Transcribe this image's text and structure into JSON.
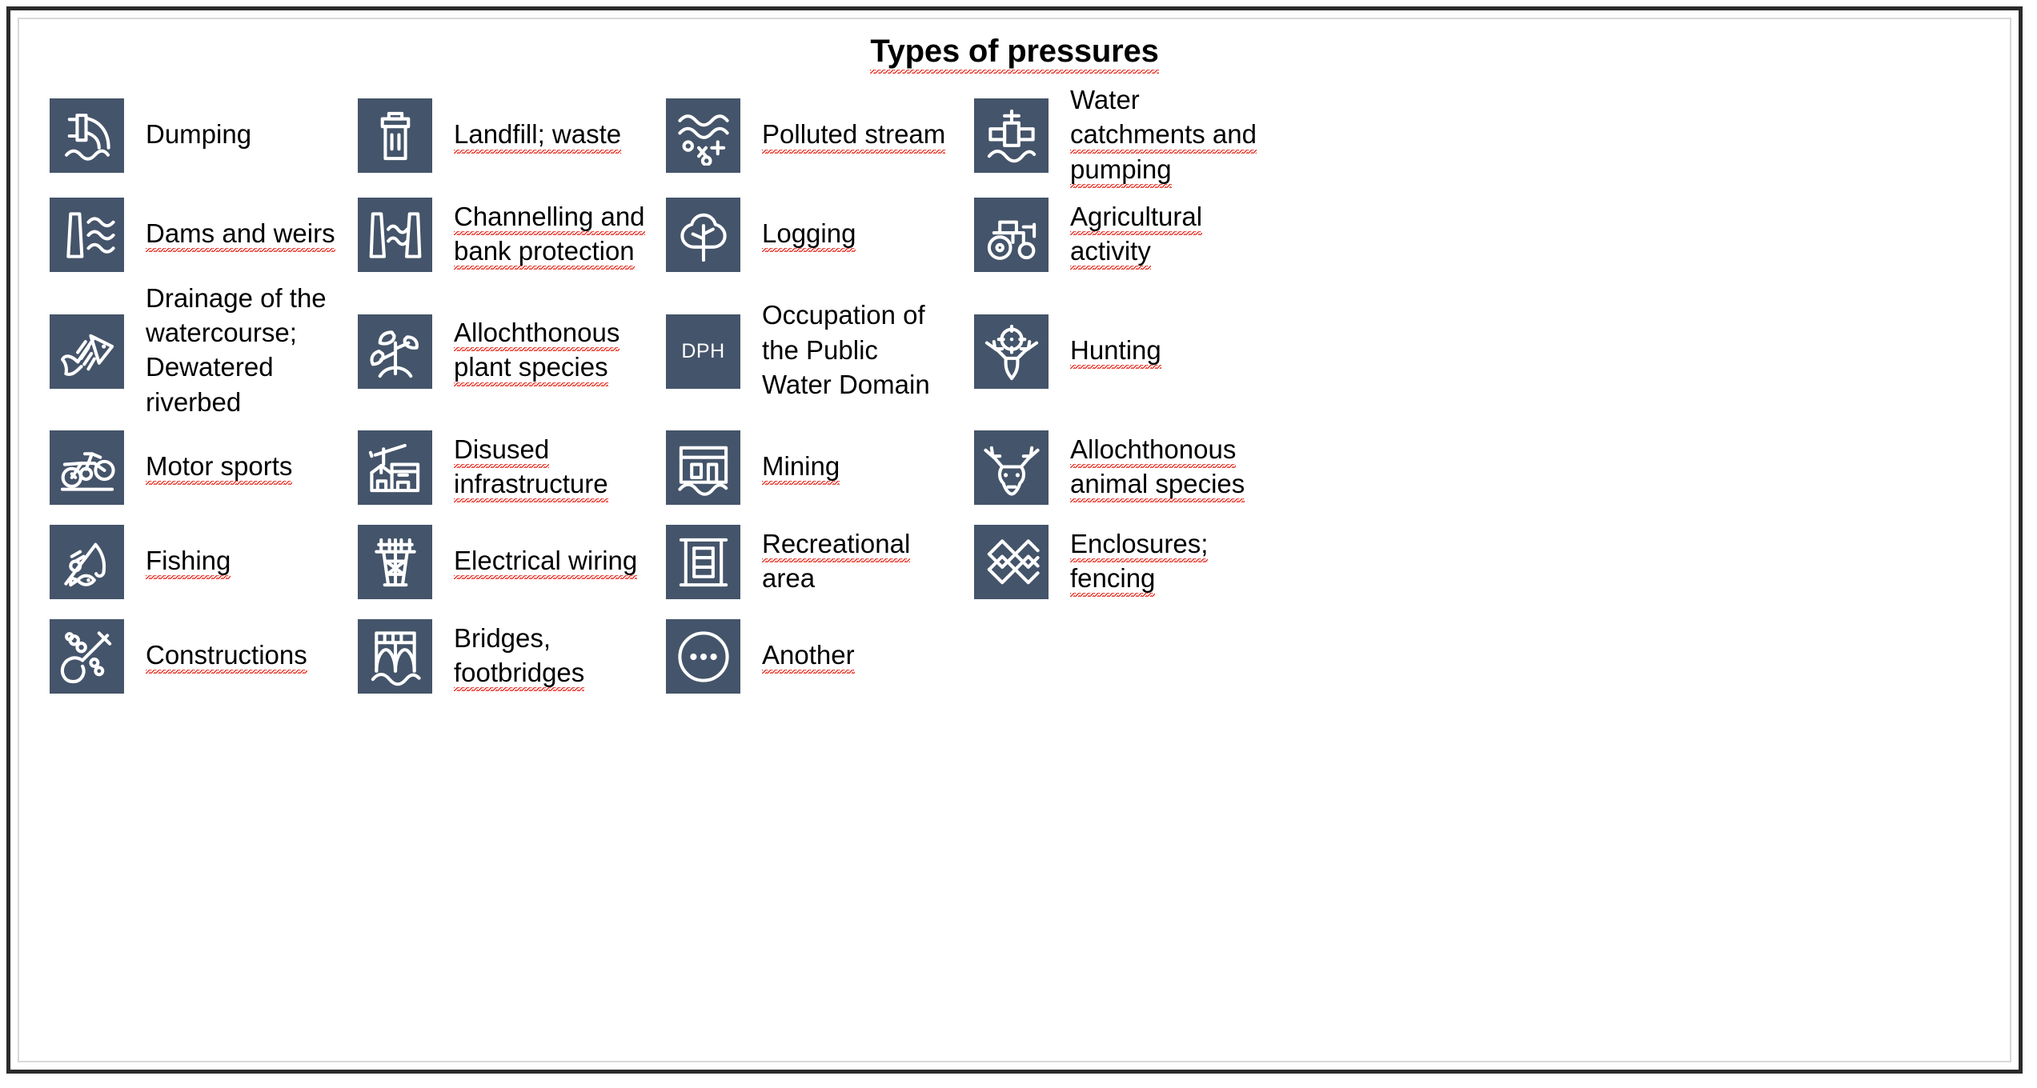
{
  "title": "Types of pressures",
  "colors": {
    "icon_tile_background": "#44546A",
    "icon_glyph": "#FFFFFF",
    "text": "#000000",
    "spellcheck_underline": "#E8362A",
    "frame_border": "#2B2B2B",
    "inner_border": "#D9D9D9",
    "page_background": "#FFFFFF"
  },
  "entries": [
    {
      "icon": "pipe-discharge-icon",
      "label": "Dumping",
      "lines": [
        "Dumping"
      ],
      "spellcheck": [
        false
      ]
    },
    {
      "icon": "trash-bin-icon",
      "label": "Landfill; waste",
      "lines": [
        "Landfill; waste"
      ],
      "spellcheck": [
        true
      ]
    },
    {
      "icon": "polluted-water-icon",
      "label": "Polluted stream",
      "lines": [
        "Polluted stream"
      ],
      "spellcheck": [
        true
      ]
    },
    {
      "icon": "water-valve-icon",
      "label": "Water catchments and pumping",
      "lines": [
        "Water",
        "catchments and",
        "pumping"
      ],
      "spellcheck": [
        false,
        true,
        true
      ]
    },
    {
      "icon": "dam-wall-icon",
      "label": "Dams and weirs",
      "lines": [
        "Dams and weirs"
      ],
      "spellcheck": [
        true
      ]
    },
    {
      "icon": "channel-banks-icon",
      "label": "Channelling and bank protection",
      "lines": [
        "Channelling and",
        "bank protection"
      ],
      "spellcheck": [
        true,
        true
      ]
    },
    {
      "icon": "tree-icon",
      "label": "Logging",
      "lines": [
        "Logging"
      ],
      "spellcheck": [
        true
      ]
    },
    {
      "icon": "tractor-icon",
      "label": "Agricultural activity",
      "lines": [
        "Agricultural",
        "activity"
      ],
      "spellcheck": [
        true,
        true
      ]
    },
    {
      "icon": "fish-skeleton-icon",
      "label": "Drainage of the watercourse; Dewatered riverbed",
      "lines": [
        "Drainage of the",
        "watercourse;",
        "Dewatered",
        "riverbed"
      ],
      "spellcheck": [
        false,
        false,
        false,
        false
      ]
    },
    {
      "icon": "plant-sprout-icon",
      "label": "Allochthonous plant species",
      "lines": [
        "Allochthonous",
        "plant species"
      ],
      "spellcheck": [
        true,
        true
      ]
    },
    {
      "icon": "dph-text-icon",
      "icon_text": "DPH",
      "label": "Occupation of the Public Water Domain",
      "lines": [
        "Occupation of",
        "the Public",
        "Water Domain"
      ],
      "spellcheck": [
        false,
        false,
        false
      ]
    },
    {
      "icon": "deer-crosshair-icon",
      "label": "Hunting",
      "lines": [
        "Hunting"
      ],
      "spellcheck": [
        true
      ]
    },
    {
      "icon": "motorcycle-icon",
      "label": "Motor sports",
      "lines": [
        "Motor sports"
      ],
      "spellcheck": [
        true
      ]
    },
    {
      "icon": "factory-crane-icon",
      "label": "Disused infrastructure",
      "lines": [
        "Disused",
        "infrastructure"
      ],
      "spellcheck": [
        true,
        true
      ]
    },
    {
      "icon": "mine-entrance-icon",
      "label": "Mining",
      "lines": [
        "Mining"
      ],
      "spellcheck": [
        true
      ]
    },
    {
      "icon": "deer-head-icon",
      "label": "Allochthonous animal species",
      "lines": [
        "Allochthonous",
        "animal species"
      ],
      "spellcheck": [
        true,
        true
      ]
    },
    {
      "icon": "fishing-rod-icon",
      "label": "Fishing",
      "lines": [
        "Fishing"
      ],
      "spellcheck": [
        true
      ]
    },
    {
      "icon": "power-pylon-icon",
      "label": "Electrical wiring",
      "lines": [
        "Electrical wiring"
      ],
      "spellcheck": [
        true
      ]
    },
    {
      "icon": "playground-icon",
      "label": "Recreational area",
      "lines": [
        "Recreational",
        "area"
      ],
      "spellcheck": [
        true,
        false
      ]
    },
    {
      "icon": "fence-mesh-icon",
      "label": "Enclosures; fencing",
      "lines": [
        "Enclosures;",
        "fencing"
      ],
      "spellcheck": [
        true,
        true
      ]
    },
    {
      "icon": "shovel-tools-icon",
      "label": "Constructions",
      "lines": [
        "Constructions"
      ],
      "spellcheck": [
        true
      ]
    },
    {
      "icon": "bridge-icon",
      "label": "Bridges, footbridges",
      "lines": [
        "Bridges,",
        "footbridges"
      ],
      "spellcheck": [
        false,
        true
      ]
    },
    {
      "icon": "ellipsis-circle-icon",
      "label": "Another",
      "lines": [
        "Another"
      ],
      "spellcheck": [
        true
      ]
    }
  ]
}
